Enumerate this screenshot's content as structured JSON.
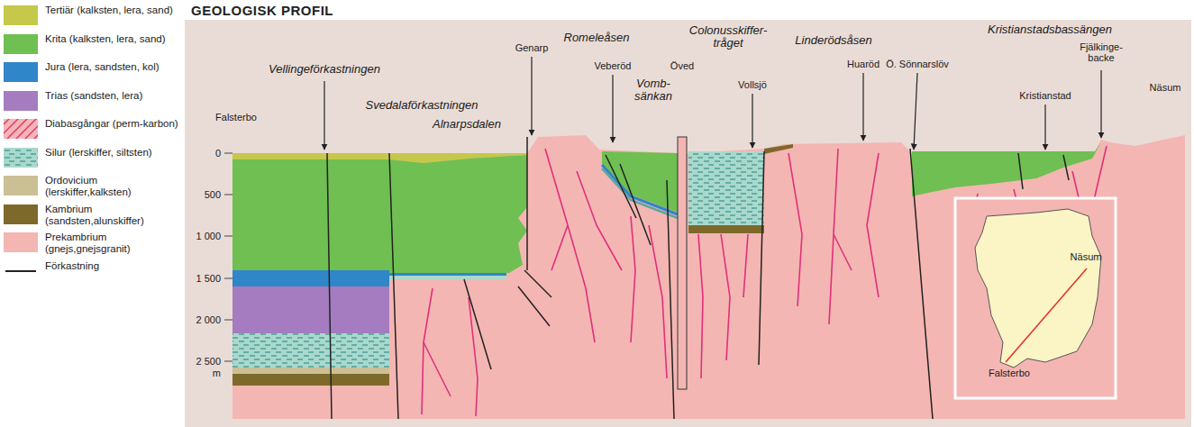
{
  "diagram": {
    "title": "GEOLOGISK PROFIL",
    "labels": [
      "Vellingeförkastningen",
      "Svedalaförkastningen",
      "Alnarpsdalen",
      "Genarp",
      "Romeleåsen",
      "Veberöd",
      "Vomb- sänkan",
      "Öved",
      "Colonusskiffer- tråget",
      "Vollsjö",
      "Linderödsåsen",
      "Huaröd",
      "Ö. Sönnarslöv",
      "Kristianstadsbassängen",
      "Fjälkinge- backe",
      "Kristianstad",
      "Falsterbo",
      "Näsum",
      "0",
      "500",
      "1 000",
      "1 500",
      "2 000",
      "2 500",
      "m",
      "Näsum",
      "Falsterbo"
    ],
    "legend": [
      {
        "text": "Tertiär (kalksten, lera, sand)",
        "color": "#c5c84a"
      },
      {
        "text": "Krita (kalksten, lera, sand)",
        "color": "#6fbf52"
      },
      {
        "text": "Jura (lera, sandsten, kol)",
        "color": "#2f86c9"
      },
      {
        "text": "Trias (sandsten, lera)",
        "color": "#a57cc0"
      },
      {
        "text": "Diabasgångar (perm-karbon)"
      },
      {
        "text": "Silur (lerskiffer, siltsten)"
      },
      {
        "text": "Ordovicium (lerskiffer,kalksten)",
        "color": "#cbbf95"
      },
      {
        "text": "Kambrium (sandsten,alunskiffer)",
        "color": "#7d6a2b"
      },
      {
        "text": "Prekambrium (gnejs,gnejsgranit)",
        "color": "#f4b6b3"
      },
      {
        "text": "Förkastning"
      }
    ]
  }
}
